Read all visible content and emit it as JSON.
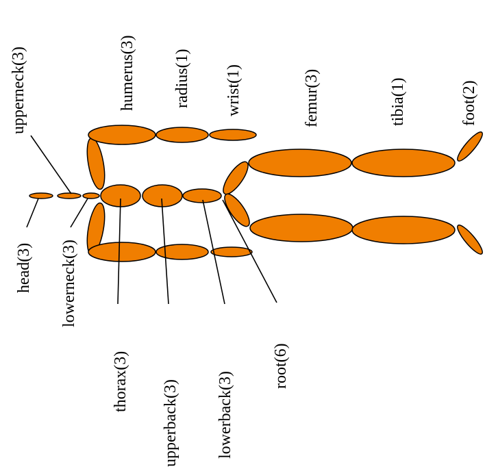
{
  "colors": {
    "segment_fill": "#f07e00",
    "outline": "#000000",
    "background": "#ffffff"
  },
  "labels": {
    "upperneck": "upperneck(3)",
    "humerus": "humerus(3)",
    "radius": "radius(1)",
    "wrist": "wrist(1)",
    "femur": "femur(3)",
    "tibia": "tibia(1)",
    "foot": "foot(2)",
    "head": "head(3)",
    "lowerneck": "lowerneck(3)",
    "thorax": "thorax(3)",
    "upperback": "upperback(3)",
    "lowerback": "lowerback(3)",
    "root": "root(6)"
  }
}
